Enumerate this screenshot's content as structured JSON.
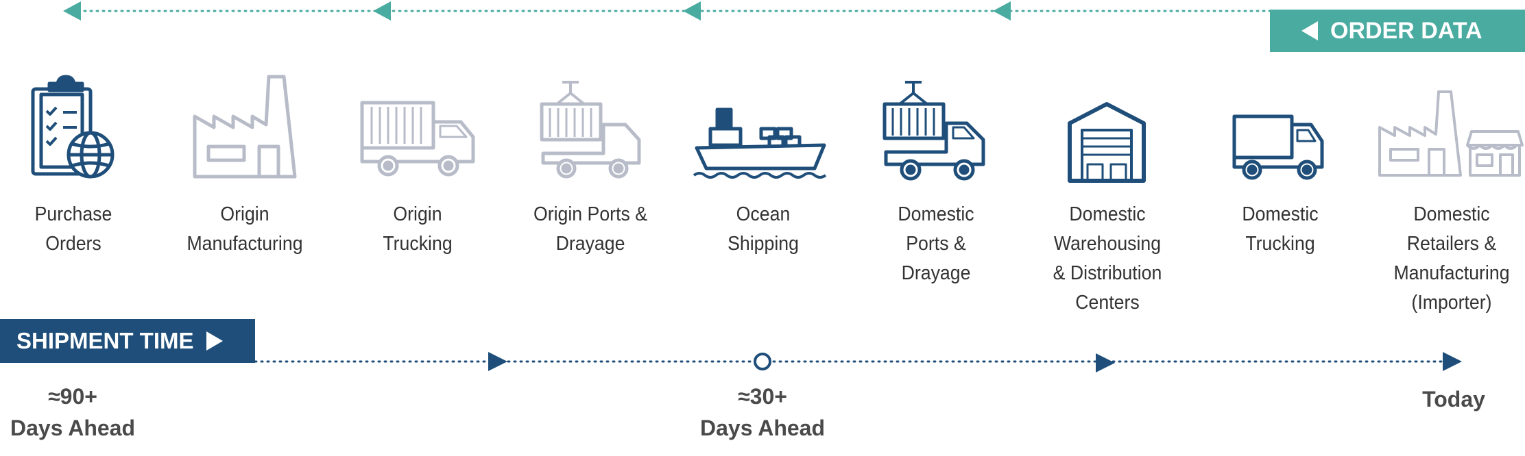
{
  "order_data": {
    "label": "ORDER DATA"
  },
  "shipment_time": {
    "label": "SHIPMENT TIME"
  },
  "colors": {
    "teal": "#4aaba0",
    "navy": "#1e4e79",
    "gray": "#b7bcc8"
  },
  "stages": [
    {
      "line1": "Purchase",
      "line2": "Orders",
      "line3": "",
      "line4": "",
      "icon": "clipboard-globe-icon",
      "style": "navy"
    },
    {
      "line1": "Origin",
      "line2": "Manufacturing",
      "line3": "",
      "line4": "",
      "icon": "factory-icon",
      "style": "gray"
    },
    {
      "line1": "Origin",
      "line2": "Trucking",
      "line3": "",
      "line4": "",
      "icon": "container-truck-icon",
      "style": "gray"
    },
    {
      "line1": "Origin Ports &",
      "line2": "Drayage",
      "line3": "",
      "line4": "",
      "icon": "crane-truck-icon",
      "style": "gray"
    },
    {
      "line1": "Ocean",
      "line2": "Shipping",
      "line3": "",
      "line4": "",
      "icon": "cargo-ship-icon",
      "style": "navy"
    },
    {
      "line1": "Domestic",
      "line2": "Ports &",
      "line3": "Drayage",
      "line4": "",
      "icon": "crane-truck-icon",
      "style": "navy"
    },
    {
      "line1": "Domestic",
      "line2": "Warehousing",
      "line3": "& Distribution",
      "line4": "Centers",
      "icon": "warehouse-icon",
      "style": "navy"
    },
    {
      "line1": "Domestic",
      "line2": "Trucking",
      "line3": "",
      "line4": "",
      "icon": "box-truck-icon",
      "style": "navy"
    },
    {
      "line1": "Domestic",
      "line2": "Retailers &",
      "line3": "Manufacturing",
      "line4": "(Importer)",
      "icon": "factory-store-icon",
      "style": "gray"
    }
  ],
  "timeline": {
    "start": {
      "line1": "≈90+",
      "line2": "Days Ahead"
    },
    "middle": {
      "line1": "≈30+",
      "line2": "Days Ahead"
    },
    "end": {
      "line1": "Today"
    }
  }
}
